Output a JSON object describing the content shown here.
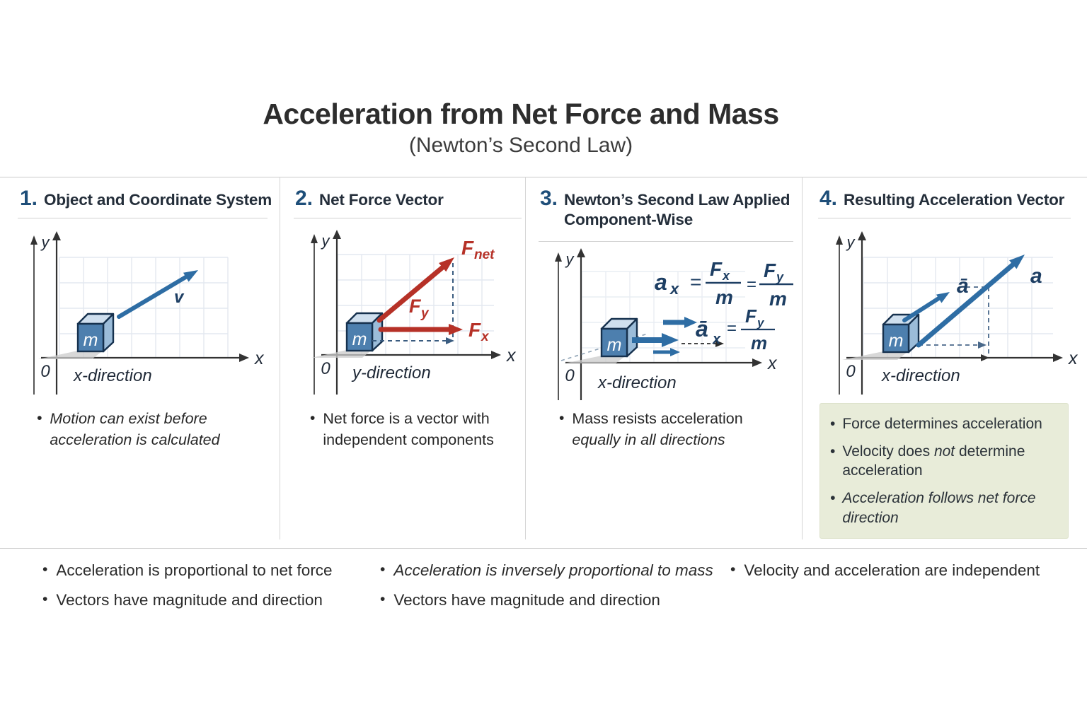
{
  "title": {
    "main": "Acceleration from Net Force and Mass",
    "subtitle": "(Newton’s Second Law)"
  },
  "panels": [
    {
      "number": "1.",
      "title": "Object and Coordinate System",
      "diagram": {
        "y": "y",
        "x": "x",
        "zero": "0",
        "direction": "x-direction",
        "mass": "m",
        "v": "v"
      },
      "bullet": {
        "line1": "Motion can exist before",
        "line2": "acceleration is calculated"
      }
    },
    {
      "number": "2.",
      "title": "Net Force Vector",
      "diagram": {
        "y": "y",
        "x": "x",
        "zero": "0",
        "direction": "y-direction",
        "mass": "m",
        "fnet_f": "F",
        "fnet_sub": "net",
        "fy_f": "F",
        "fy_sub": "y",
        "fx_f": "F",
        "fx_sub": "x"
      },
      "bullet": {
        "line1": "Net force is a vector with",
        "line2": "independent components"
      }
    },
    {
      "number": "3.",
      "title_line1": "Newton’s Second Law Applied",
      "title_line2": "Component-Wise",
      "diagram": {
        "y": "y",
        "x": "x",
        "zero": "0",
        "direction": "x-direction",
        "mass": "m"
      },
      "formula1": {
        "a": "a",
        "a_sub": "x",
        "eq1": "=",
        "f1": "F",
        "f1_sub": "x",
        "den1": "m",
        "eq2": "=",
        "f2": "F",
        "f2_sub": "y",
        "den2": "m"
      },
      "formula2": {
        "a": "ā",
        "a_sub": "x",
        "eq": "=",
        "f": "F",
        "f_sub": "y",
        "den": "m"
      },
      "bullet": {
        "line1": "Mass resists acceleration",
        "line2": "equally in all directions"
      }
    },
    {
      "number": "4.",
      "title": "Resulting Acceleration Vector",
      "diagram": {
        "y": "y",
        "x": "x",
        "zero": "0",
        "direction": "x-direction",
        "mass": "m",
        "a_avg": "ā",
        "a": "a"
      },
      "box": {
        "b1": "Force determines acceleration",
        "b2_pre": "Velocity does ",
        "b2_it": "not",
        "b2_post": " determine acceleration",
        "b3": "Acceleration follows net force direction"
      }
    }
  ],
  "footer": {
    "col1_b1": "Acceleration is proportional to net force",
    "col1_b2": "Vectors have magnitude and direction",
    "col2_b1": "Acceleration is inversely proportional to mass",
    "col2_b2": "Vectors have magnitude and direction",
    "col3_b1": "Velocity and acceleration are independent"
  },
  "colors": {
    "accent_blue": "#1e4e79",
    "vector_blue": "#2e6da4",
    "force_red": "#b63127",
    "formula_navy": "#1d3e63",
    "box_green": "#e8ecd9"
  }
}
